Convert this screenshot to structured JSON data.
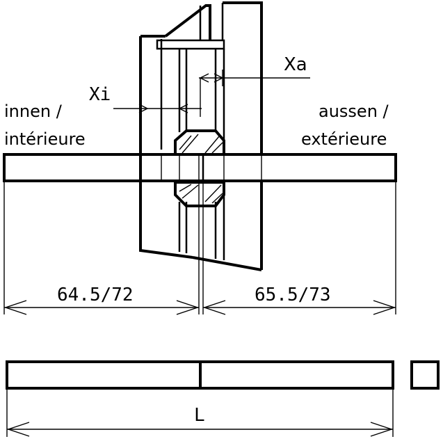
{
  "labels": {
    "xi": "Xi",
    "xa": "Xa",
    "inner_line1": "innen /",
    "inner_line2": "intérieure",
    "outer_line1": "aussen /",
    "outer_line2": "extérieure",
    "dim_left": "64.5/72",
    "dim_right": "65.5/73",
    "dim_length": "L"
  }
}
